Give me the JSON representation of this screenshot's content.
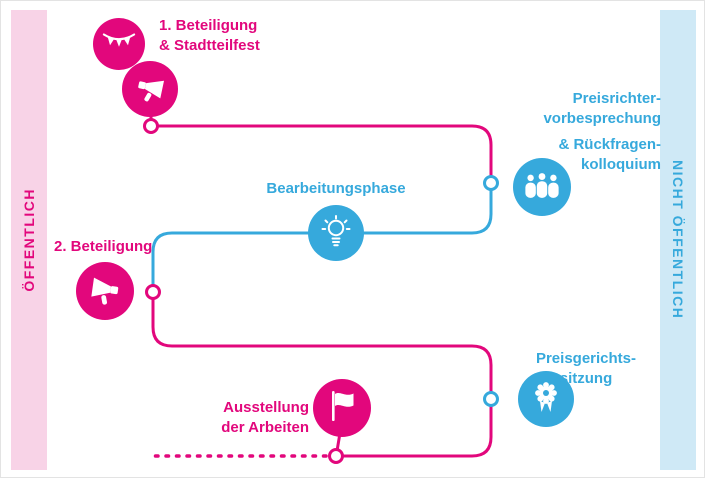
{
  "colors": {
    "pink": "#e2077c",
    "blue": "#36a9dc",
    "pink_band_bg": "#f8d3e7",
    "blue_band_bg": "#cfe9f6",
    "line_pink": "#e2077c",
    "line_blue": "#36a9dc"
  },
  "bands": {
    "left": {
      "label": "ÖFFENTLICH"
    },
    "right": {
      "label": "NICHT ÖFFENTLICH"
    }
  },
  "nodes": {
    "beteiligung1": {
      "lines": [
        "1. Beteiligung",
        "& Stadtteilfest"
      ],
      "icons": [
        "bunting-icon",
        "megaphone-icon"
      ]
    },
    "preisrichter": {
      "lines": [
        "Preisrichter-",
        "vorbesprechung",
        "& Rückfragen-",
        "kolloquium"
      ],
      "icon": "jury-icon"
    },
    "bearbeitungsphase": {
      "label": "Bearbeitungsphase",
      "icon": "lightbulb-icon"
    },
    "beteiligung2": {
      "label": "2. Beteiligung",
      "icon": "megaphone-icon"
    },
    "preisgericht": {
      "lines": [
        "Preisgerichts-",
        "sitzung"
      ],
      "icon": "medal-icon"
    },
    "ausstellung": {
      "lines": [
        "Ausstellung",
        "der Arbeiten"
      ],
      "icon": "flag-icon"
    }
  }
}
